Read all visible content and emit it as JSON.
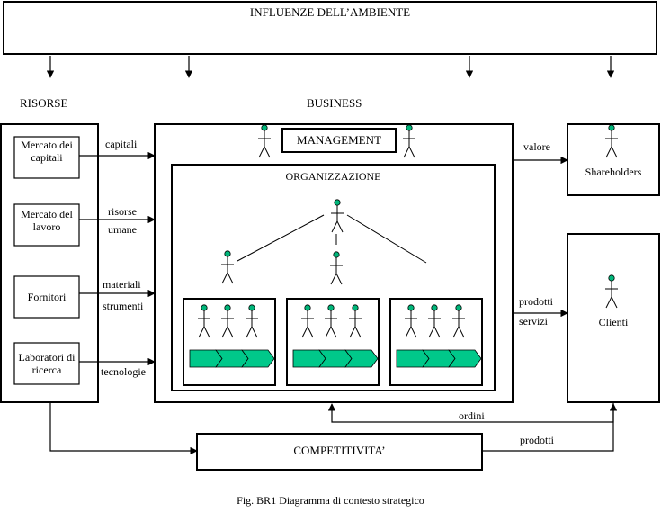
{
  "environment": {
    "label": "INFLUENZE DELL’AMBIENTE"
  },
  "sections": {
    "resources": "RISORSE",
    "business": "BUSINESS"
  },
  "resources": [
    {
      "label": "Mercato dei capitali",
      "flow": [
        "capitali"
      ]
    },
    {
      "label": "Mercato del lavoro",
      "flow": [
        "risorse",
        "umane"
      ]
    },
    {
      "label": "Fornitori",
      "flow": [
        "materiali",
        "strumenti"
      ]
    },
    {
      "label": "Laboratori di ricerca",
      "flow": [
        "tecnologie"
      ]
    }
  ],
  "business": {
    "management": "MANAGEMENT",
    "organization": "ORGANIZZAZIONE"
  },
  "outputs": {
    "shareholders": {
      "label": "Shareholders",
      "flow": "valore"
    },
    "clients": {
      "label": "Clienti",
      "flow": [
        "prodotti",
        "servizi"
      ]
    }
  },
  "competitiveness": {
    "label": "COMPETITIVITA’",
    "order_flow": "ordini",
    "product_flow": "prodotti"
  },
  "caption": "Fig. BR1 Diagramma di contesto strategico",
  "colors": {
    "figure_head": "#00b67a",
    "process_arrow": "#00c88a"
  },
  "icons": {
    "person": "person-icon",
    "process": "process-chevron-icon"
  }
}
